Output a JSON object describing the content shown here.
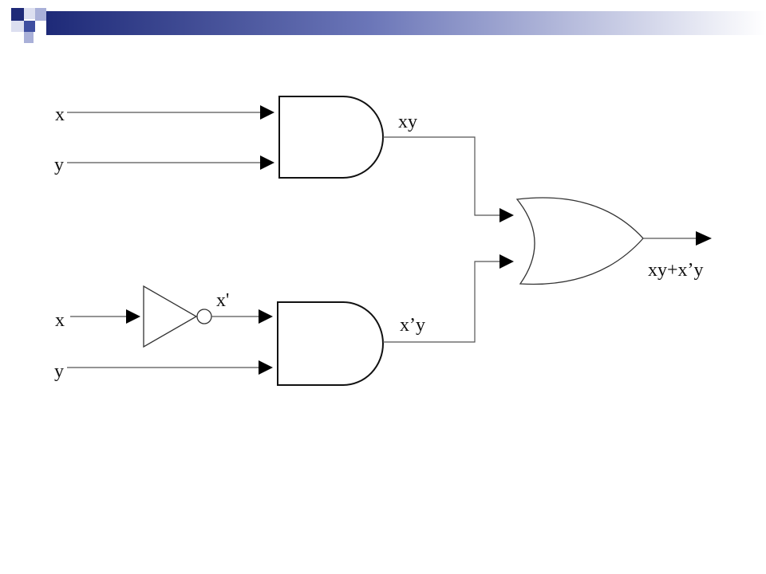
{
  "slide": {
    "accent_colors": {
      "navy": "#1e2a78",
      "blue": "#3f4fa0",
      "periwinkle": "#a9b0d8",
      "light": "#dcdff0"
    }
  },
  "diagram": {
    "labels": {
      "input_x_top": "x",
      "input_y_top": "y",
      "input_x_bottom": "x",
      "input_y_bottom": "y",
      "inverter_output": "x'",
      "and_top_output": "xy",
      "and_bottom_output": "x’y",
      "or_output": "xy+x’y"
    },
    "components": [
      "and-gate",
      "and-gate",
      "not-gate",
      "or-gate"
    ]
  }
}
